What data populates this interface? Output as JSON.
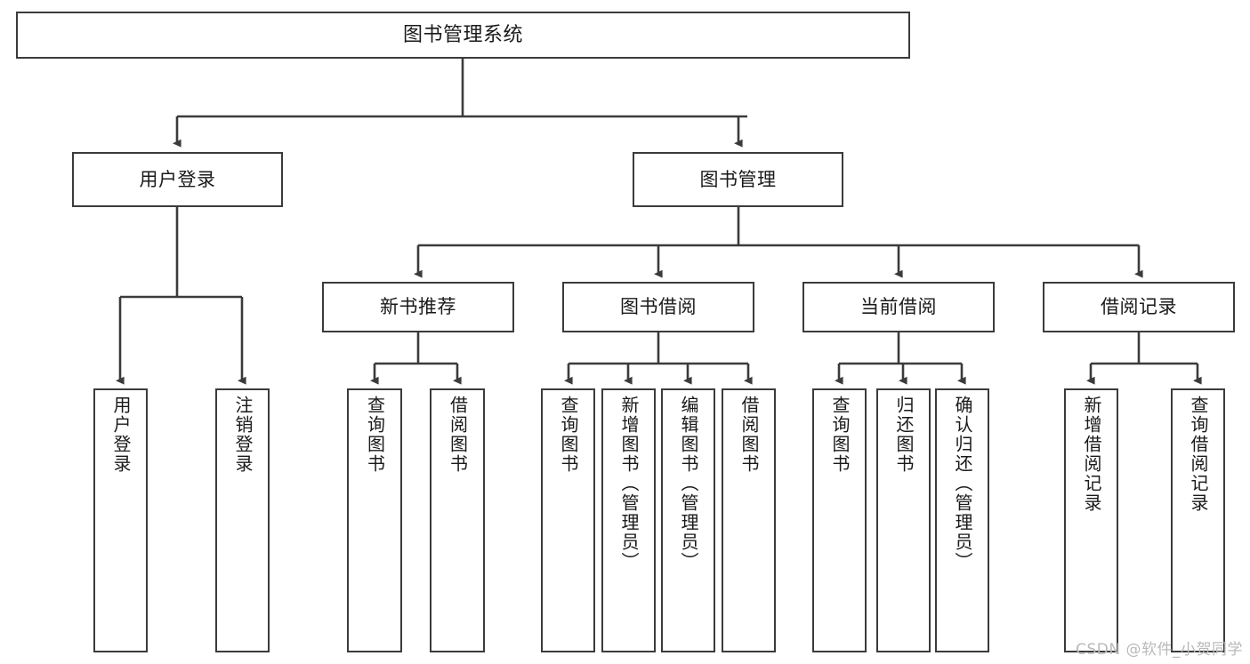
{
  "diagram": {
    "title": "图书管理系统",
    "type": "tree-hierarchy-chart",
    "line_color": "#3b3b3b",
    "box_fill": "#ffffff",
    "text_color": "#1a1a1a"
  },
  "root": {
    "label": "图书管理系统"
  },
  "level2": [
    {
      "label": "用户登录"
    },
    {
      "label": "图书管理"
    }
  ],
  "level3": [
    {
      "label": "新书推荐"
    },
    {
      "label": "图书借阅"
    },
    {
      "label": "当前借阅"
    },
    {
      "label": "借阅记录"
    }
  ],
  "leaves": {
    "user_login": [
      {
        "label": "用户登录"
      },
      {
        "label": "注销登录"
      }
    ],
    "new_book_recommend": [
      {
        "label": "查询图书"
      },
      {
        "label": "借阅图书"
      }
    ],
    "book_borrow": [
      {
        "label": "查询图书"
      },
      {
        "label": "新增图书（管理员）"
      },
      {
        "label": "编辑图书（管理员）"
      },
      {
        "label": "借阅图书"
      }
    ],
    "current_borrow": [
      {
        "label": "查询图书"
      },
      {
        "label": "归还图书"
      },
      {
        "label": "确认归还（管理员）"
      }
    ],
    "borrow_records": [
      {
        "label": "新增借阅记录"
      },
      {
        "label": "查询借阅记录"
      }
    ]
  },
  "watermark": {
    "text": "CSDN @软件_小贺同学"
  }
}
